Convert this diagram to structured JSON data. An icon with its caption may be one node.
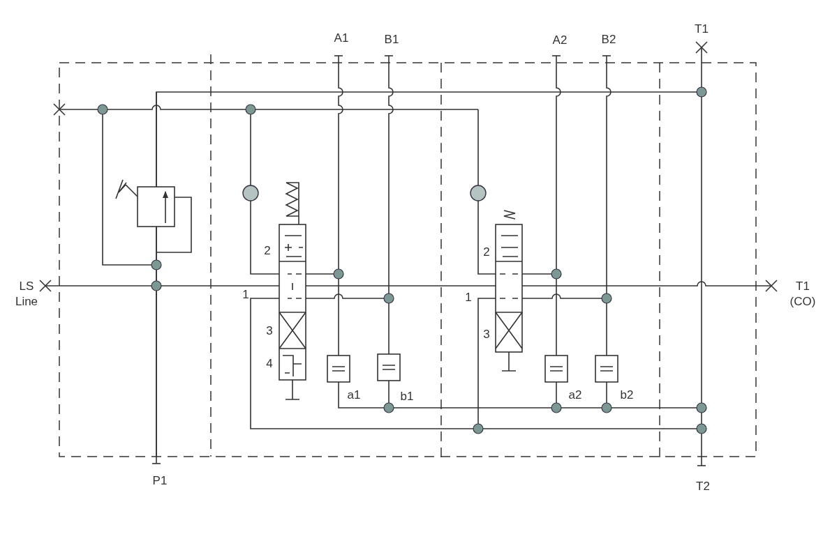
{
  "diagram": {
    "labels": [
      "T1",
      "A1",
      "B1",
      "A2",
      "B2",
      "2",
      "2",
      "LS Line",
      "T1 (CO)",
      "1",
      "1",
      "3",
      "3",
      "4",
      "a1",
      "b1",
      "a2",
      "b2",
      "P1",
      "T2"
    ]
  }
}
